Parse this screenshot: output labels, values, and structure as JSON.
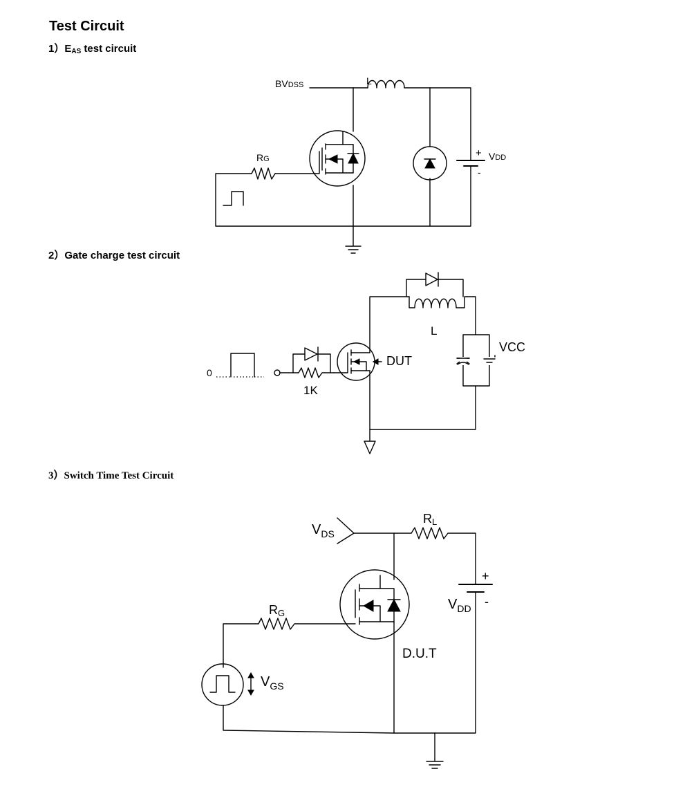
{
  "page": {
    "title": "Test Circuit"
  },
  "sections": [
    {
      "number": "1）",
      "prefix": "E",
      "subscript": "AS",
      "suffix": " test circuit"
    },
    {
      "text": "2）Gate charge test circuit"
    },
    {
      "text": "3）Switch Time Test Circuit"
    }
  ],
  "circuit1": {
    "bv_main": "BV",
    "bv_sub": "DSS",
    "inductor": "L",
    "rg_main": "R",
    "rg_sub": "G",
    "vdd_plus": "+",
    "vdd_main": "V",
    "vdd_sub": "DD",
    "vdd_minus": "-"
  },
  "circuit2": {
    "zero": "0",
    "resistor": "1K",
    "dut": "DUT",
    "inductor": "L",
    "vcc": "VCC"
  },
  "circuit3": {
    "vds_main": "V",
    "vds_sub": "DS",
    "rl_main": "R",
    "rl_sub": "L",
    "rg_main": "R",
    "rg_sub": "G",
    "vdd_plus": "+",
    "vdd_main": "V",
    "vdd_sub": "DD",
    "vdd_minus": "-",
    "dut": "D.U.T",
    "vgs_main": "V",
    "vgs_sub": "GS"
  }
}
